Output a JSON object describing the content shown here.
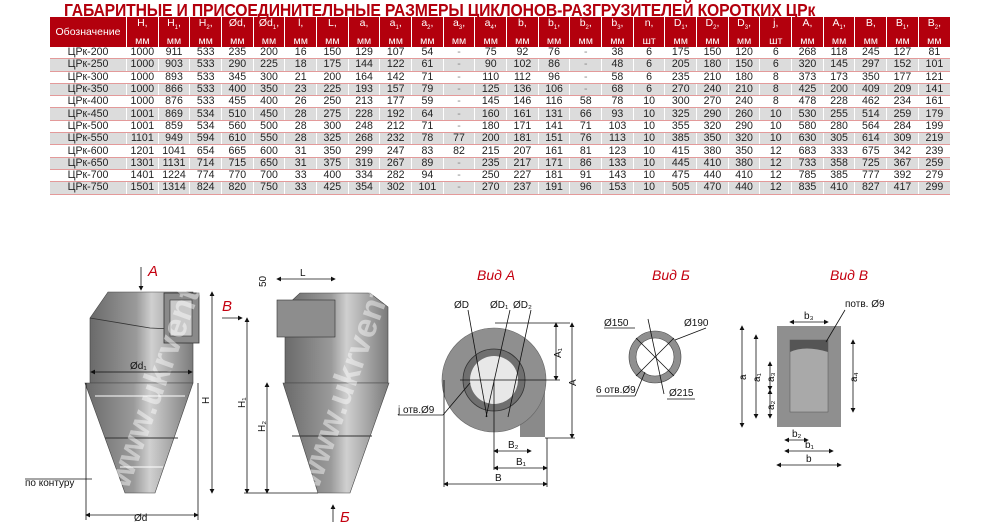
{
  "title": "ГАБАРИТНЫЕ И ПРИСОЕДИНИТЕЛЬНЫЕ РАЗМЕРЫ ЦИКЛОНОВ-РАЗГРУЗИТЕЛЕЙ КОРОТКИХ ЦРк",
  "table": {
    "first_header": "Обозначение",
    "columns": [
      {
        "l": "H",
        "s": "",
        "u": "мм"
      },
      {
        "l": "H",
        "s": "1",
        "u": "мм"
      },
      {
        "l": "H",
        "s": "2",
        "u": "мм"
      },
      {
        "l": "Ød",
        "s": "",
        "u": "мм"
      },
      {
        "l": "Ød",
        "s": "1",
        "u": "мм"
      },
      {
        "l": "l",
        "s": "",
        "u": "мм"
      },
      {
        "l": "L",
        "s": "",
        "u": "мм"
      },
      {
        "l": "a",
        "s": "",
        "u": "мм"
      },
      {
        "l": "a",
        "s": "1",
        "u": "мм"
      },
      {
        "l": "a",
        "s": "2",
        "u": "мм"
      },
      {
        "l": "a",
        "s": "3",
        "u": "мм"
      },
      {
        "l": "a",
        "s": "4",
        "u": "мм"
      },
      {
        "l": "b",
        "s": "",
        "u": "мм"
      },
      {
        "l": "b",
        "s": "1",
        "u": "мм"
      },
      {
        "l": "b",
        "s": "2",
        "u": "мм"
      },
      {
        "l": "b",
        "s": "3",
        "u": "мм"
      },
      {
        "l": "n",
        "s": "",
        "u": "шт"
      },
      {
        "l": "D",
        "s": "1",
        "u": "мм"
      },
      {
        "l": "D",
        "s": "2",
        "u": "мм"
      },
      {
        "l": "D",
        "s": "3",
        "u": "мм"
      },
      {
        "l": "j",
        "s": "",
        "u": "шт"
      },
      {
        "l": "A",
        "s": "",
        "u": "мм"
      },
      {
        "l": "A",
        "s": "1",
        "u": "мм"
      },
      {
        "l": "B",
        "s": "",
        "u": "мм"
      },
      {
        "l": "B",
        "s": "1",
        "u": "мм"
      },
      {
        "l": "B",
        "s": "2",
        "u": "мм"
      }
    ],
    "rows": [
      [
        "ЦРк-200",
        "1000",
        "911",
        "533",
        "235",
        "200",
        "16",
        "150",
        "129",
        "107",
        "54",
        "-",
        "75",
        "92",
        "76",
        "-",
        "38",
        "6",
        "175",
        "150",
        "120",
        "6",
        "268",
        "118",
        "245",
        "127",
        "81"
      ],
      [
        "ЦРк-250",
        "1000",
        "903",
        "533",
        "290",
        "225",
        "18",
        "175",
        "144",
        "122",
        "61",
        "-",
        "90",
        "102",
        "86",
        "-",
        "48",
        "6",
        "205",
        "180",
        "150",
        "6",
        "320",
        "145",
        "297",
        "152",
        "101"
      ],
      [
        "ЦРк-300",
        "1000",
        "893",
        "533",
        "345",
        "300",
        "21",
        "200",
        "164",
        "142",
        "71",
        "-",
        "110",
        "112",
        "96",
        "-",
        "58",
        "6",
        "235",
        "210",
        "180",
        "8",
        "373",
        "173",
        "350",
        "177",
        "121"
      ],
      [
        "ЦРк-350",
        "1000",
        "866",
        "533",
        "400",
        "350",
        "23",
        "225",
        "193",
        "157",
        "79",
        "-",
        "125",
        "136",
        "106",
        "-",
        "68",
        "6",
        "270",
        "240",
        "210",
        "8",
        "425",
        "200",
        "409",
        "209",
        "141"
      ],
      [
        "ЦРк-400",
        "1000",
        "876",
        "533",
        "455",
        "400",
        "26",
        "250",
        "213",
        "177",
        "59",
        "-",
        "145",
        "146",
        "116",
        "58",
        "78",
        "10",
        "300",
        "270",
        "240",
        "8",
        "478",
        "228",
        "462",
        "234",
        "161"
      ],
      [
        "ЦРк-450",
        "1001",
        "869",
        "534",
        "510",
        "450",
        "28",
        "275",
        "228",
        "192",
        "64",
        "-",
        "160",
        "161",
        "131",
        "66",
        "93",
        "10",
        "325",
        "290",
        "260",
        "10",
        "530",
        "255",
        "514",
        "259",
        "179"
      ],
      [
        "ЦРк-500",
        "1001",
        "859",
        "534",
        "560",
        "500",
        "28",
        "300",
        "248",
        "212",
        "71",
        "-",
        "180",
        "171",
        "141",
        "71",
        "103",
        "10",
        "355",
        "320",
        "290",
        "10",
        "580",
        "280",
        "564",
        "284",
        "199"
      ],
      [
        "ЦРк-550",
        "1101",
        "949",
        "594",
        "610",
        "550",
        "28",
        "325",
        "268",
        "232",
        "78",
        "77",
        "200",
        "181",
        "151",
        "76",
        "113",
        "10",
        "385",
        "350",
        "320",
        "10",
        "630",
        "305",
        "614",
        "309",
        "219"
      ],
      [
        "ЦРк-600",
        "1201",
        "1041",
        "654",
        "665",
        "600",
        "31",
        "350",
        "299",
        "247",
        "83",
        "82",
        "215",
        "207",
        "161",
        "81",
        "123",
        "10",
        "415",
        "380",
        "350",
        "12",
        "683",
        "333",
        "675",
        "342",
        "239"
      ],
      [
        "ЦРк-650",
        "1301",
        "1131",
        "714",
        "715",
        "650",
        "31",
        "375",
        "319",
        "267",
        "89",
        "-",
        "235",
        "217",
        "171",
        "86",
        "133",
        "10",
        "445",
        "410",
        "380",
        "12",
        "733",
        "358",
        "725",
        "367",
        "259"
      ],
      [
        "ЦРк-700",
        "1401",
        "1224",
        "774",
        "770",
        "700",
        "33",
        "400",
        "334",
        "282",
        "94",
        "-",
        "250",
        "227",
        "181",
        "91",
        "143",
        "10",
        "475",
        "440",
        "410",
        "12",
        "785",
        "385",
        "777",
        "392",
        "279"
      ],
      [
        "ЦРк-750",
        "1501",
        "1314",
        "824",
        "820",
        "750",
        "33",
        "425",
        "354",
        "302",
        "101",
        "-",
        "270",
        "237",
        "191",
        "96",
        "153",
        "10",
        "505",
        "470",
        "440",
        "12",
        "835",
        "410",
        "827",
        "417",
        "299"
      ]
    ]
  },
  "drawings": {
    "arrow_a": "A",
    "arrow_v": "В",
    "arrow_b": "Б",
    "d1": "Ød₁",
    "d": "Ød",
    "h": "H",
    "contour": "по контуру",
    "fifty": "50",
    "L": "L",
    "h1": "H₁",
    "h2": "H₂",
    "watermark": "www.ukrvent.com",
    "view_a": {
      "title": "Вид А",
      "D": "ØD",
      "D1": "ØD₁",
      "D2": "ØD₂",
      "A1": "A₁",
      "A": "A",
      "holes": "j отв.Ø9",
      "B2": "B₂",
      "B1": "B₁",
      "B": "B"
    },
    "view_b": {
      "title": "Вид Б",
      "d150": "Ø150",
      "d190": "Ø190",
      "holes": "6 отв.Ø9",
      "d215": "Ø215"
    },
    "view_v": {
      "title": "Вид В",
      "holes": "потв. Ø9",
      "b3": "b₃",
      "a": "a",
      "a1": "a₁",
      "a3": "a₃",
      "a2": "a₂",
      "a4": "a₄",
      "b2": "b₂",
      "b1": "b₁",
      "b": "b"
    }
  },
  "colors": {
    "header_bg": "#b3000d",
    "title": "#b3000d",
    "row_alt": "#dcdcdc"
  }
}
